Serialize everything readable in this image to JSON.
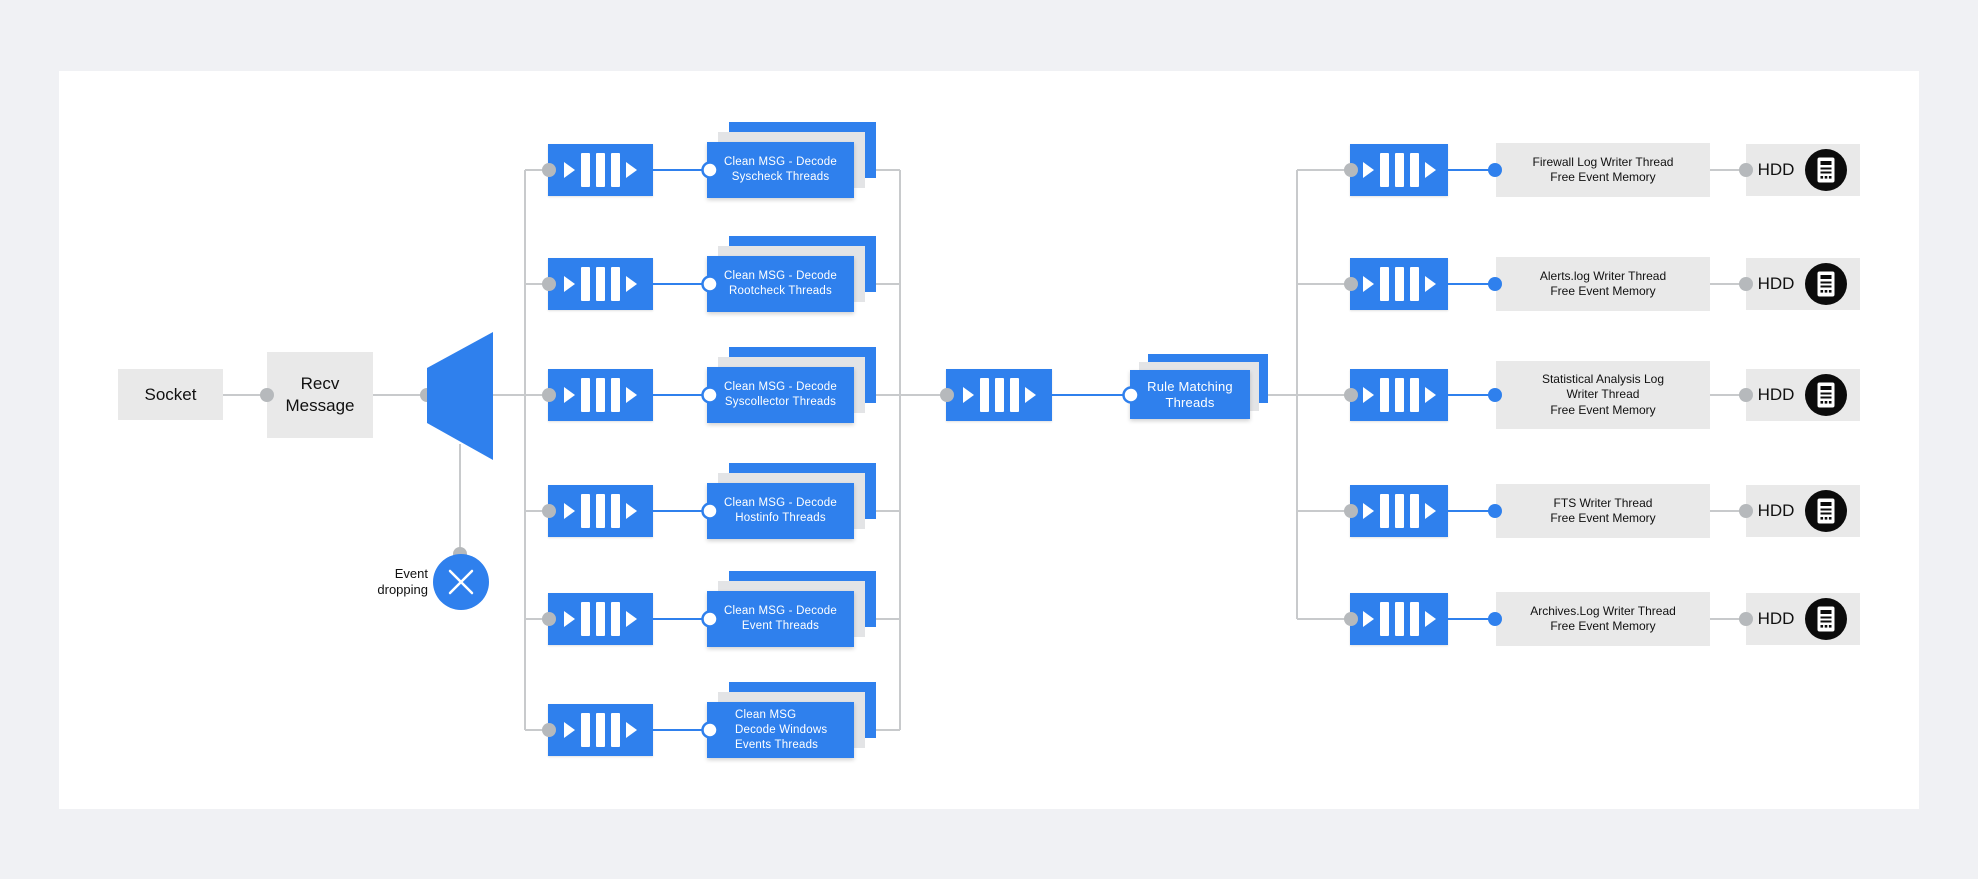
{
  "colors": {
    "accent_blue": "#2f80ed",
    "node_gray": "#e9e9e9",
    "card_shadow_gray": "#e3e4e6",
    "connector_gray": "#c8cacc",
    "dot_gray": "#b6b9bc",
    "page_background": "#f0f1f4",
    "canvas_background": "#ffffff",
    "hdd_icon_black": "#0b0b0b"
  },
  "pipeline": {
    "socket": {
      "label": "Socket"
    },
    "recv": {
      "label": "Recv\nMessage"
    },
    "event_dropping": {
      "label": "Event\ndropping"
    },
    "decoder_stacks": [
      {
        "label": "Clean MSG - Decode\nSyscheck Threads"
      },
      {
        "label": "Clean MSG - Decode\nRootcheck Threads"
      },
      {
        "label": "Clean MSG - Decode\nSyscollector Threads"
      },
      {
        "label": "Clean MSG - Decode\nHostinfo Threads"
      },
      {
        "label": "Clean MSG - Decode\nEvent Threads"
      },
      {
        "label": "Clean MSG\nDecode Windows\nEvents Threads"
      }
    ],
    "rule_matching": {
      "label": "Rule Matching\nThreads"
    },
    "writer_threads": [
      {
        "label": "Firewall Log Writer Thread\nFree Event Memory"
      },
      {
        "label": "Alerts.log Writer Thread\nFree Event Memory"
      },
      {
        "label": "Statistical Analysis Log\nWriter Thread\nFree Event Memory"
      },
      {
        "label": "FTS Writer Thread\nFree Event Memory"
      },
      {
        "label": "Archives.Log Writer Thread\nFree Event Memory"
      }
    ],
    "hdd": {
      "label": "HDD"
    }
  }
}
